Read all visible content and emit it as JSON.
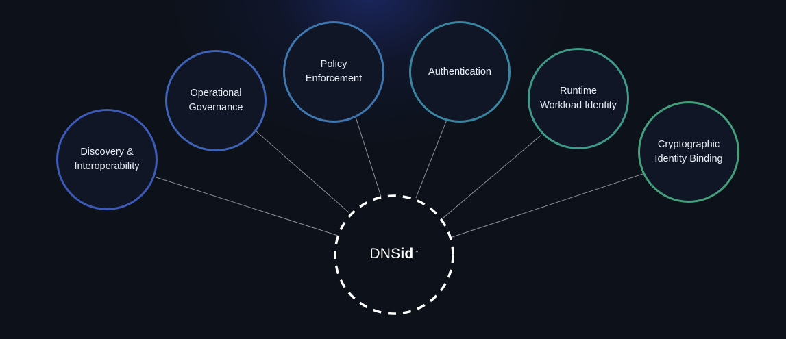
{
  "hub": {
    "text_regular": "DNS",
    "text_bold": "id",
    "trademark": "™"
  },
  "nodes": [
    {
      "line1": "Discovery &",
      "line2": "Interoperability",
      "color": "#3d5ab8"
    },
    {
      "line1": "Operational",
      "line2": "Governance",
      "color": "#3f63b6"
    },
    {
      "line1": "Policy",
      "line2": "Enforcement",
      "color": "#3f78b0"
    },
    {
      "line1": "Authentication",
      "line2": "",
      "color": "#3a86a2"
    },
    {
      "line1": "Runtime",
      "line2": "Workload Identity",
      "color": "#3f9a8a"
    },
    {
      "line1": "Cryptographic",
      "line2": "Identity Binding",
      "color": "#44a07c"
    }
  ],
  "colors": {
    "background": "#0d1119",
    "connector": "#8d929b",
    "hub_ring": "#ffffff"
  }
}
